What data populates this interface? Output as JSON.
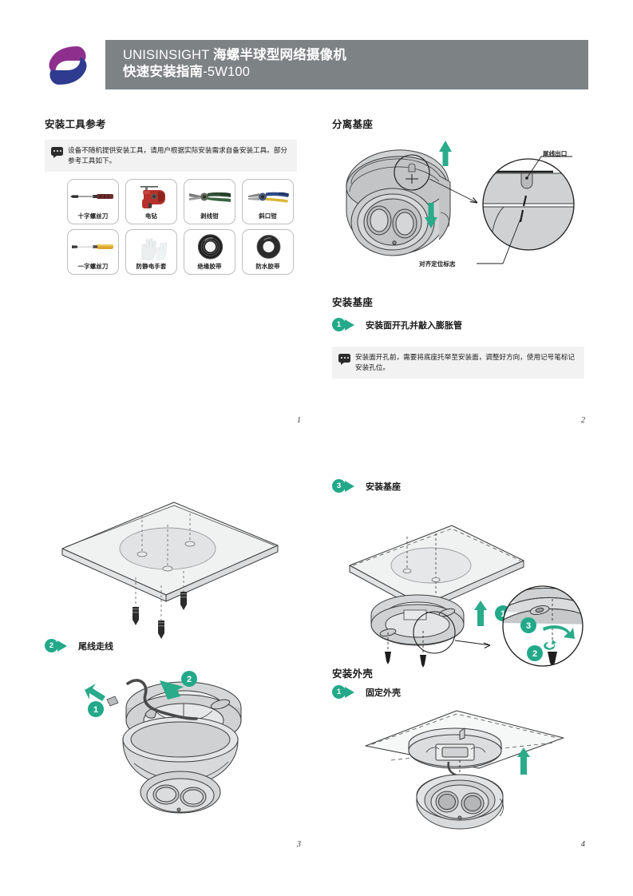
{
  "header": {
    "logo_name": "unisinsight-logo",
    "title_en": "UNISINSIGHT",
    "title_cn": "海螺半球型网络摄像机",
    "subtitle_cn": "快速安装指南",
    "subtitle_model": "-5W100",
    "band_color": "#7d8285",
    "logo_color_top": "#8e2f8e",
    "logo_color_bottom": "#2e3b8f"
  },
  "accent_color": "#23a98a",
  "sections": {
    "tools_heading": "安装工具参考",
    "tools_note": "设备不随机提供安装工具，请用户根据实际安装需求自备安装工具。部分参考工具如下。",
    "separate_base_heading": "分离基座",
    "install_base_heading": "安装基座",
    "install_base_note": "安装面开孔前，需要将底座托举至安装面，调整好方向，使用记号笔标记安装孔位。",
    "install_shell_heading": "安装外壳"
  },
  "tools": [
    {
      "label": "十字螺丝刀",
      "icon": "phillips-screwdriver-icon"
    },
    {
      "label": "电钻",
      "icon": "electric-drill-icon"
    },
    {
      "label": "剥线钳",
      "icon": "wire-stripper-icon"
    },
    {
      "label": "斜口钳",
      "icon": "diagonal-cutter-icon"
    },
    {
      "label": "一字螺丝刀",
      "icon": "flat-screwdriver-icon"
    },
    {
      "label": "防静电手套",
      "icon": "antistatic-gloves-icon"
    },
    {
      "label": "绝缘胶带",
      "icon": "insulating-tape-icon"
    },
    {
      "label": "防水胶带",
      "icon": "waterproof-tape-icon"
    }
  ],
  "steps": {
    "base_step1": {
      "num": "1",
      "text": "安装面开孔并敲入膨胀管"
    },
    "base_step2": {
      "num": "2",
      "text": "尾线走线"
    },
    "base_step3": {
      "num": "3",
      "text": "安装基座"
    },
    "shell_step1": {
      "num": "1",
      "text": "固定外壳"
    }
  },
  "callouts": {
    "tail_outlet": "尾线出口",
    "align_mark": "对齐定位标志"
  },
  "inline_markers": {
    "m1": "1",
    "m2": "2",
    "m3": "3"
  },
  "page_numbers": {
    "p1": "1",
    "p2": "2",
    "p3": "3",
    "p4": "4"
  }
}
